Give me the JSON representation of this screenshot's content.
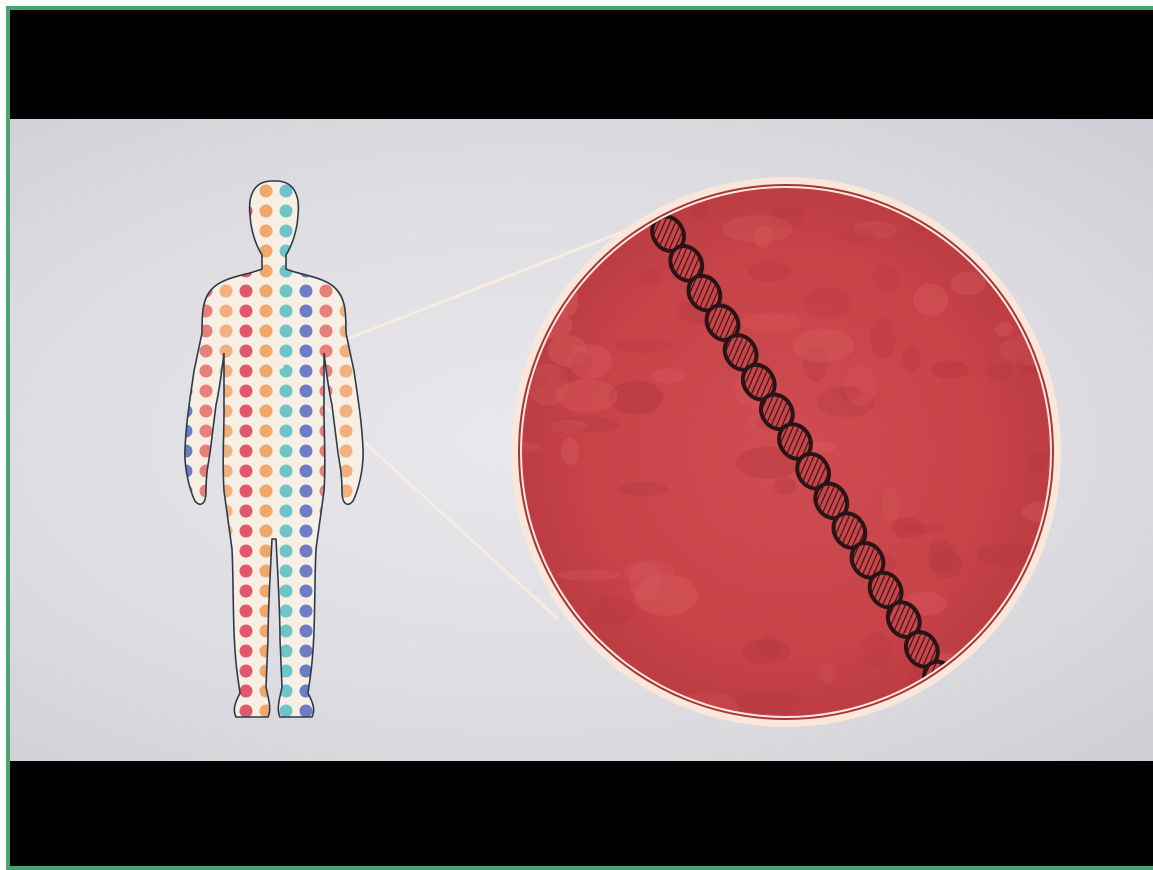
{
  "video_frame": {
    "frame_color": "#4aa276",
    "background_color": "#e4e3e8",
    "letterbox_color": "#000000",
    "dot_palette": [
      "#e2586b",
      "#f0a86a",
      "#6fc4c8",
      "#6d7cc4",
      "#e8807a",
      "#f3b07f"
    ],
    "magnifier_color": "#c9454a",
    "magnifier_ring_color": "#fbe7da",
    "dna_color": "#2a1416",
    "illustration": {
      "human_figure_icon": "human-body-outline",
      "magnifier_icon": "zoom-circle",
      "dna_icon": "double-helix"
    }
  }
}
